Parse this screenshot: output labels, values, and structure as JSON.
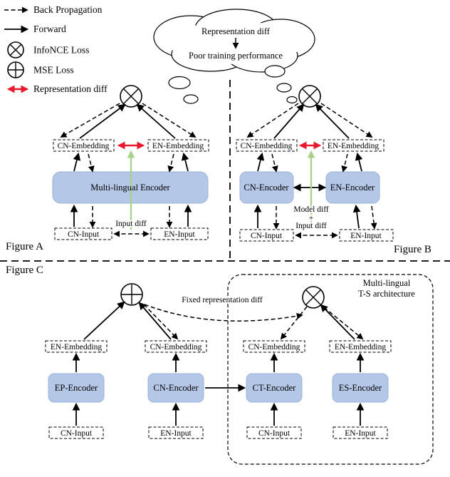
{
  "legend": {
    "back_prop": "Back Propagation",
    "forward": "Forward",
    "infonce": "InfoNCE Loss",
    "mse": "MSE Loss",
    "repr_diff": "Representation diff"
  },
  "cloud": {
    "line1": "Representation diff",
    "line2": "Poor training performance"
  },
  "figure_a": {
    "caption": "Figure A",
    "cn_embedding": "CN-Embedding",
    "en_embedding": "EN-Embedding",
    "encoder": "Multi-lingual Encoder",
    "cn_input": "CN-Input",
    "en_input": "EN-Input",
    "input_diff": "Input diff"
  },
  "figure_b": {
    "caption": "Figure B",
    "cn_embedding": "CN-Embedding",
    "en_embedding": "EN-Embedding",
    "cn_encoder": "CN-Encoder",
    "en_encoder": "EN-Encoder",
    "model_diff": "Model diff",
    "plus": "+",
    "input_diff": "Input diff",
    "cn_input": "CN-Input",
    "en_input": "EN-Input"
  },
  "figure_c": {
    "caption": "Figure C",
    "fixed_repr_diff": "Fixed representation diff",
    "ts_line1": "Multi-lingual",
    "ts_line2": "T-S architecture",
    "columns": [
      {
        "embedding": "EN-Embedding",
        "encoder": "EP-Encoder",
        "input": "CN-Input"
      },
      {
        "embedding": "CN-Embedding",
        "encoder": "CN-Encoder",
        "input": "EN-Input"
      },
      {
        "embedding": "CN-Embedding",
        "encoder": "CT-Encoder",
        "input": "CN-Input"
      },
      {
        "embedding": "EN-Embedding",
        "encoder": "ES-Encoder",
        "input": "EN-Input"
      }
    ]
  },
  "colors": {
    "encoder_fill": "#b4c7e7",
    "diff_red": "#e8192c",
    "diff_green": "#a9d18e"
  }
}
